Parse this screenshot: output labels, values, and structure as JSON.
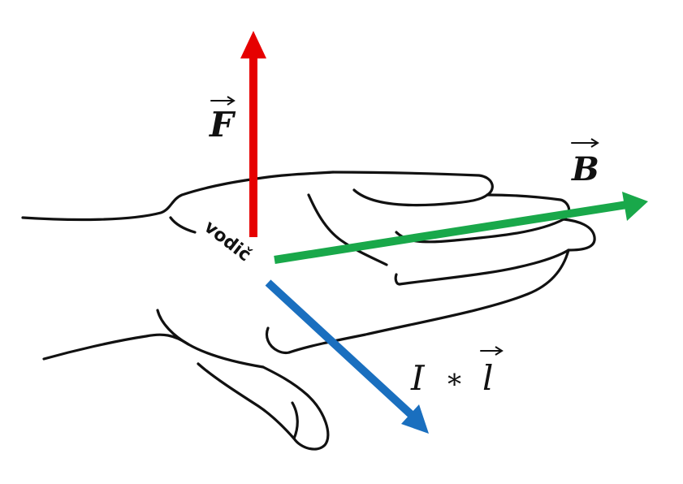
{
  "diagram": {
    "labels": {
      "force": "F",
      "field": "B",
      "current": "I",
      "operator": "∗",
      "length": "l",
      "conductor": "vodič"
    },
    "colors": {
      "force_arrow": "#e60000",
      "field_arrow": "#19a84a",
      "current_arrow": "#1a6fbf",
      "hand_outline": "#111111",
      "background": "#ffffff"
    },
    "icons": {
      "hand": "right-hand-icon",
      "vector_arrow": "vector-arrow-icon"
    }
  }
}
